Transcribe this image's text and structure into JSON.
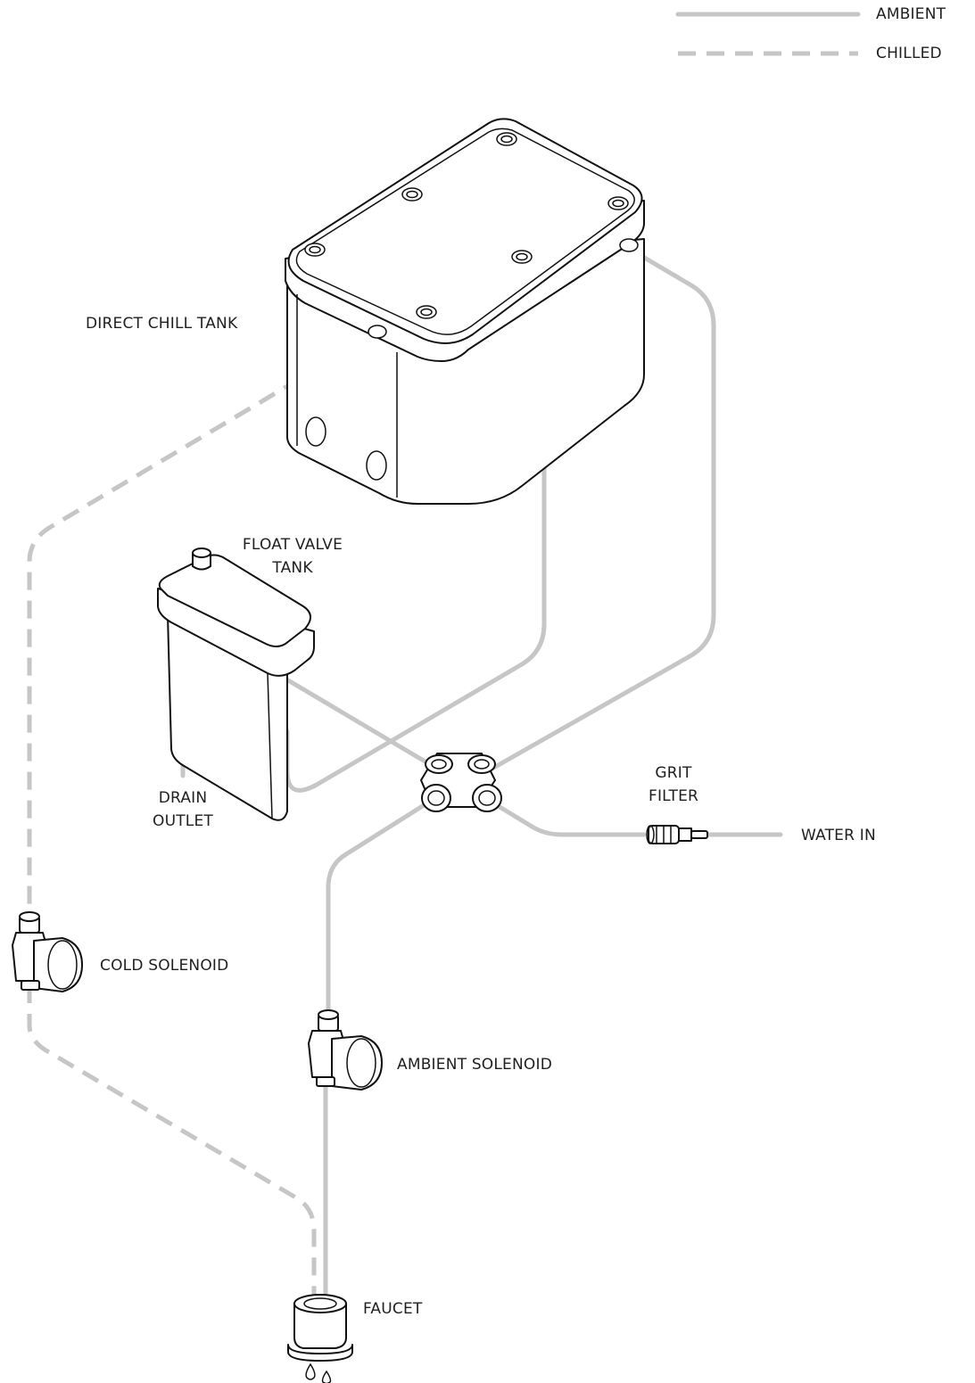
{
  "legend": [
    {
      "label": "AMBIENT",
      "line_style": "solid",
      "color": "#c6c6c6"
    },
    {
      "label": "CHILLED",
      "line_style": "dashed",
      "color": "#c6c6c6"
    }
  ],
  "components": {
    "direct_chill_tank": "DIRECT CHILL TANK",
    "float_valve_tank": [
      "FLOAT VALVE",
      "TANK"
    ],
    "drain_outlet": [
      "DRAIN",
      "OUTLET"
    ],
    "grit_filter": [
      "GRIT",
      "FILTER"
    ],
    "water_in": "WATER IN",
    "cold_solenoid": "COLD SOLENOID",
    "ambient_solenoid": "AMBIENT SOLENOID",
    "faucet": "FAUCET"
  },
  "colors": {
    "line": "#c6c6c6",
    "outline": "#111111",
    "background": "#ffffff"
  }
}
